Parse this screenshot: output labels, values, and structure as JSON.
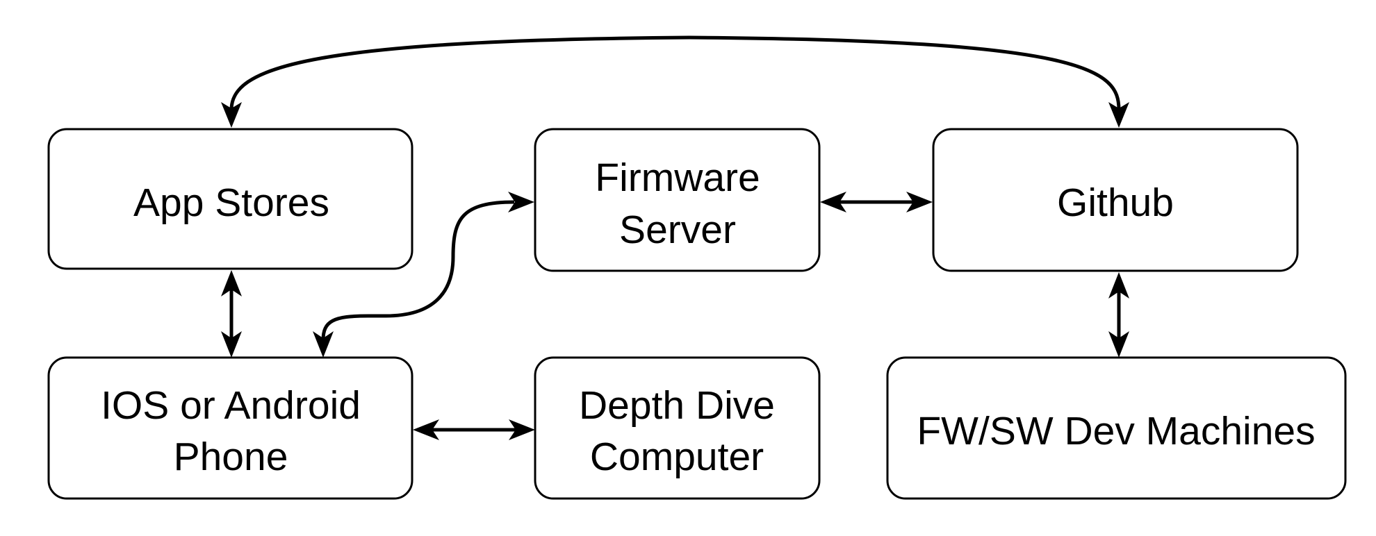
{
  "diagram": {
    "nodes": {
      "app_stores": {
        "lines": [
          "App Stores"
        ]
      },
      "firmware_server": {
        "lines": [
          "Firmware",
          "Server"
        ]
      },
      "github": {
        "lines": [
          "Github"
        ]
      },
      "phone": {
        "lines": [
          "IOS or Android",
          "Phone"
        ]
      },
      "depth_dive": {
        "lines": [
          "Depth Dive",
          "Computer"
        ]
      },
      "dev_machines": {
        "lines": [
          "FW/SW Dev Machines"
        ]
      }
    },
    "edges": [
      {
        "from": "App Stores",
        "to": "Github",
        "direction": "both"
      },
      {
        "from": "Firmware Server",
        "to": "Github",
        "direction": "both"
      },
      {
        "from": "App Stores",
        "to": "IOS or Android Phone",
        "direction": "both"
      },
      {
        "from": "IOS or Android Phone",
        "to": "Firmware Server",
        "direction": "both"
      },
      {
        "from": "IOS or Android Phone",
        "to": "Depth Dive Computer",
        "direction": "both"
      },
      {
        "from": "Github",
        "to": "FW/SW Dev Machines",
        "direction": "both"
      }
    ],
    "colors": {
      "stroke": "#000000",
      "fill": "#ffffff"
    }
  }
}
